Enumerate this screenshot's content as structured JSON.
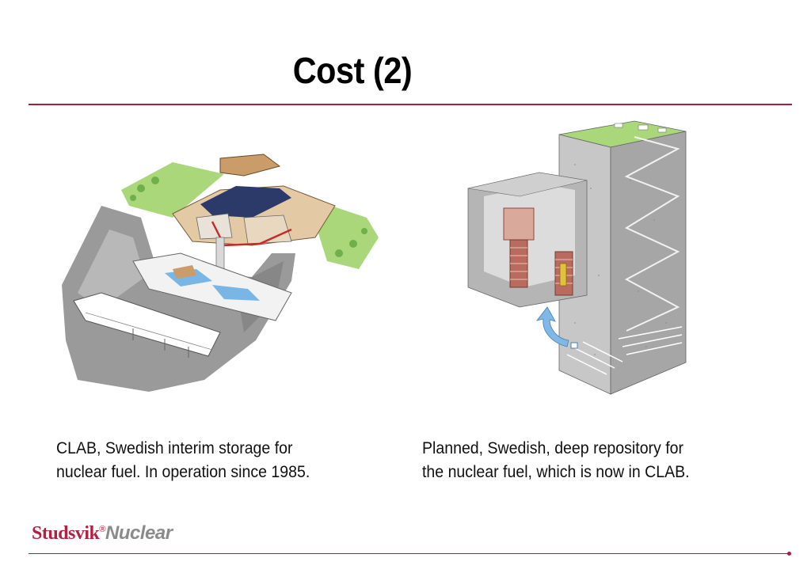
{
  "slide": {
    "title": "Cost (2)"
  },
  "left": {
    "caption_line1": "CLAB, Swedish interim storage for",
    "caption_line2": "nuclear fuel. In operation since 1985."
  },
  "right": {
    "caption_line1": "Planned, Swedish, deep repository for",
    "caption_line2": "the nuclear fuel, which is now in CLAB."
  },
  "footer": {
    "brand": "Studsvik",
    "reg": "®",
    "product": "Nuclear"
  },
  "colors": {
    "accent": "#a31f3c",
    "brand": "#b2213f",
    "grass": "#a9d77a",
    "rock": "#9a9a9a",
    "pool": "#79b6e6"
  }
}
